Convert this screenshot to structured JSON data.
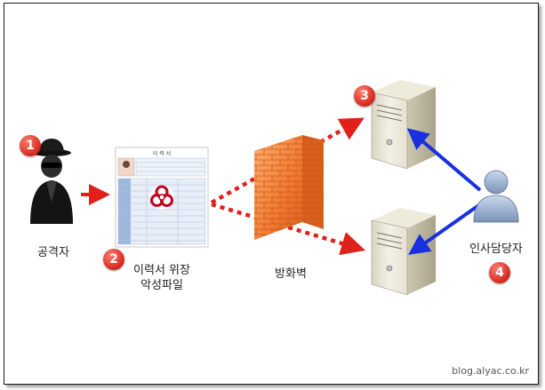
{
  "labels": {
    "attacker": "공격자",
    "resume_line1": "이력서 위장",
    "resume_line2": "악성파일",
    "firewall": "방화벽",
    "hr": "인사담당자"
  },
  "badges": [
    "1",
    "2",
    "3",
    "4"
  ],
  "resume_doc_title": "이 력 서",
  "watermark": "blog.alyac.co.kr",
  "icons": {
    "attacker": "hacker-icon",
    "document": "resume-document-icon",
    "biohazard": "biohazard-icon",
    "firewall": "brick-firewall-icon",
    "server": "server-tower-icon",
    "person": "user-icon"
  },
  "colors": {
    "badge": "#d2291c",
    "attack_arrow": "#e0201a",
    "hr_arrow": "#1830e0",
    "firewall": "#f07a30"
  }
}
